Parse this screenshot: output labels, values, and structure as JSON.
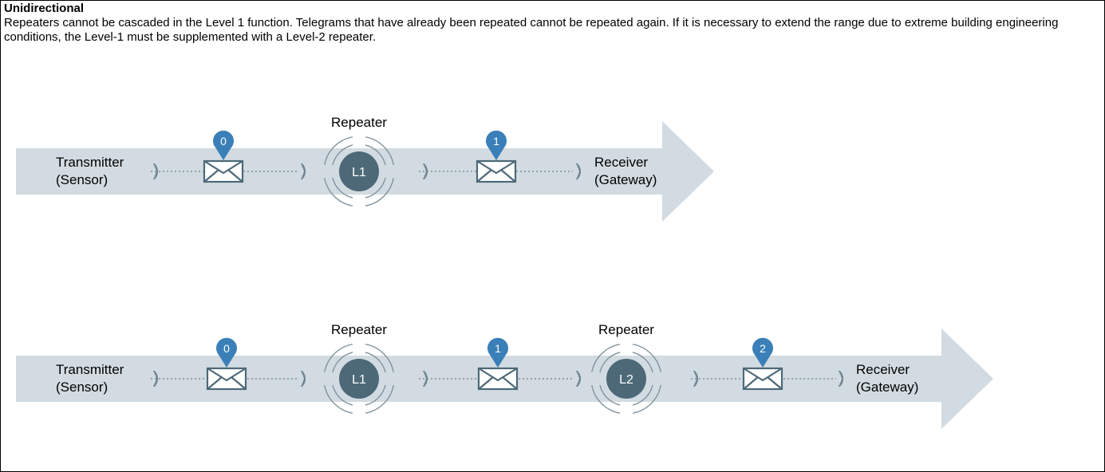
{
  "title": "Unidirectional",
  "description": "Repeaters cannot be cascaded in the Level 1 function. Telegrams that have already been repeated cannot be repeated again. If it is necessary to extend the range due to extreme building engineering conditions, the Level-1 must be supplemented with a Level-2 repeater.",
  "colors": {
    "arrow": "#d2dbe1",
    "repeater_node": "#4d6978",
    "pin": "#3a7fb8",
    "envelope": "#4d6978",
    "ring": "#7d8f99",
    "dots": "#7d8f99"
  },
  "rows": [
    {
      "transmitter": [
        "Transmitter",
        "(Sensor)"
      ],
      "receiver": [
        "Receiver",
        "(Gateway)"
      ],
      "repeaters": [
        {
          "label": "Repeater",
          "node": "L1"
        }
      ],
      "messages": [
        {
          "pin": "0"
        },
        {
          "pin": "1"
        }
      ]
    },
    {
      "transmitter": [
        "Transmitter",
        "(Sensor)"
      ],
      "receiver": [
        "Receiver",
        "(Gateway)"
      ],
      "repeaters": [
        {
          "label": "Repeater",
          "node": "L1"
        },
        {
          "label": "Repeater",
          "node": "L2"
        }
      ],
      "messages": [
        {
          "pin": "0"
        },
        {
          "pin": "1"
        },
        {
          "pin": "2"
        }
      ]
    }
  ]
}
